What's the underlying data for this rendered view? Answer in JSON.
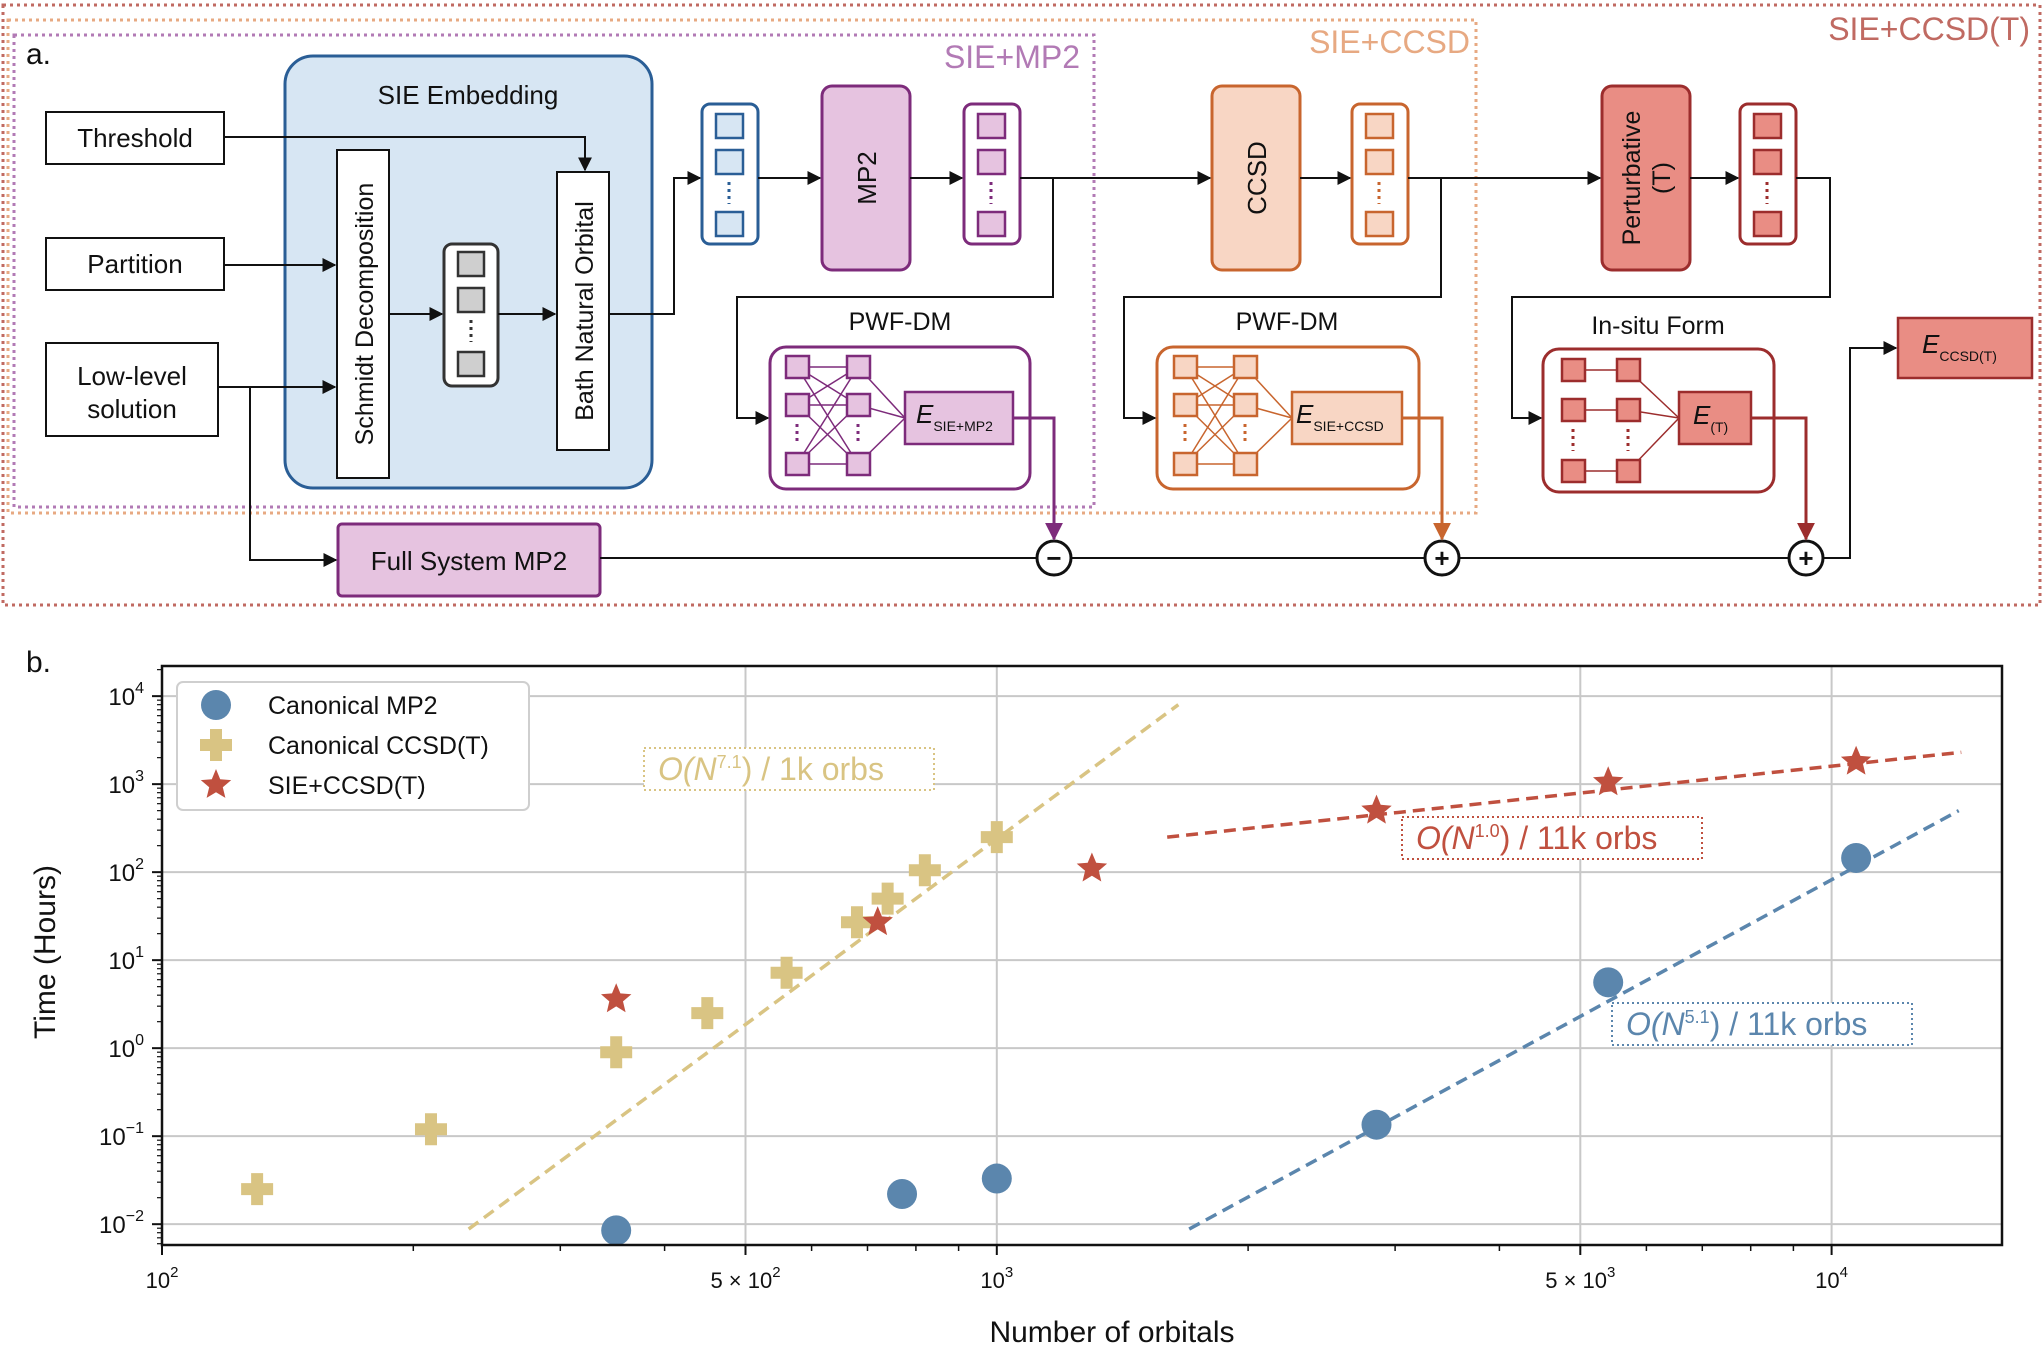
{
  "panel_a": {
    "label": "a.",
    "regions": {
      "sie_mp2": "SIE+MP2",
      "sie_ccsd": "SIE+CCSD",
      "sie_ccsdt": "SIE+CCSD(T)"
    },
    "inputs": {
      "threshold": "Threshold",
      "partition": "Partition",
      "low_level_line1": "Low-level",
      "low_level_line2": "solution"
    },
    "embedding": {
      "title": "SIE Embedding",
      "schmidt": "Schmidt Decomposition",
      "bath": "Bath Natural Orbital"
    },
    "solvers": {
      "mp2": "MP2",
      "ccsd": "CCSD",
      "pert_line1": "Perturbative",
      "pert_line2": "(T)"
    },
    "networks": {
      "pwf1_title": "PWF-DM",
      "pwf2_title": "PWF-DM",
      "insitu_title": "In-situ Form",
      "e_sie_mp2_main": "E",
      "e_sie_mp2_sub": "SIE+MP2",
      "e_sie_ccsd_main": "E",
      "e_sie_ccsd_sub": "SIE+CCSD",
      "e_t_main": "E",
      "e_t_sub": "(T)",
      "e_ccsdt_main": "E",
      "e_ccsdt_sub": "CCSD(T)"
    },
    "full_system": "Full System MP2",
    "ops": {
      "minus": "−",
      "plus1": "+",
      "plus2": "+"
    },
    "colors": {
      "mp2_border": "#7d2b7b",
      "mp2_fill": "#e6c3e0",
      "embed_border": "#2a5e96",
      "embed_fill": "#d7e6f3",
      "ccsd_border": "#c8652e",
      "ccsd_fill": "#f8d6c4",
      "t_border": "#9c2d2d",
      "t_fill": "#e98d84",
      "dots_mp2": "#b27ab5",
      "dots_ccsd": "#e7a982",
      "dots_ccsdt": "#c06a62"
    }
  },
  "panel_b": {
    "label": "b."
  },
  "chart_data": {
    "type": "scatter",
    "xscale": "log",
    "yscale": "log",
    "xlabel": "Number of orbitals",
    "ylabel": "Time (Hours)",
    "xlim": [
      100,
      16000
    ],
    "ylim": [
      0.0058,
      22000
    ],
    "grid": true,
    "legend_position": "top-left",
    "x_ticks": [
      {
        "value": 100,
        "base": "10",
        "exp": "2"
      },
      {
        "value": 500,
        "base": "5 × 10",
        "exp": "2"
      },
      {
        "value": 1000,
        "base": "10",
        "exp": "3"
      },
      {
        "value": 5000,
        "base": "5 × 10",
        "exp": "3"
      },
      {
        "value": 10000,
        "base": "10",
        "exp": "4"
      }
    ],
    "y_ticks": [
      {
        "value": 0.01,
        "base": "10",
        "exp": "−2"
      },
      {
        "value": 0.1,
        "base": "10",
        "exp": "−1"
      },
      {
        "value": 1,
        "base": "10",
        "exp": "0"
      },
      {
        "value": 10,
        "base": "10",
        "exp": "1"
      },
      {
        "value": 100,
        "base": "10",
        "exp": "2"
      },
      {
        "value": 1000,
        "base": "10",
        "exp": "3"
      },
      {
        "value": 10000,
        "base": "10",
        "exp": "4"
      }
    ],
    "series": [
      {
        "name": "Canonical MP2",
        "marker": "circle",
        "color": "#5b86ad",
        "points": [
          [
            350,
            0.0085
          ],
          [
            770,
            0.022
          ],
          [
            1000,
            0.033
          ],
          [
            2850,
            0.135
          ],
          [
            5400,
            5.6
          ],
          [
            10700,
            145
          ]
        ]
      },
      {
        "name": "Canonical CCSD(T)",
        "marker": "plus",
        "color": "#d9c483",
        "points": [
          [
            130,
            0.025
          ],
          [
            210,
            0.12
          ],
          [
            350,
            0.9
          ],
          [
            450,
            2.5
          ],
          [
            560,
            7.2
          ],
          [
            680,
            27
          ],
          [
            740,
            50
          ],
          [
            820,
            105
          ],
          [
            1000,
            250
          ]
        ]
      },
      {
        "name": "SIE+CCSD(T)",
        "marker": "star",
        "color": "#c0503f",
        "points": [
          [
            350,
            3.6
          ],
          [
            720,
            27
          ],
          [
            1300,
            110
          ],
          [
            2850,
            500
          ],
          [
            5400,
            1050
          ],
          [
            10700,
            1800
          ]
        ]
      }
    ],
    "fits": [
      {
        "label_pre": "O(N",
        "exp": "7.1",
        "label_post": ") / 1k orbs",
        "color": "#d9c483",
        "from": [
          233,
          0.0088
        ],
        "to": [
          1650,
          8000
        ]
      },
      {
        "label_pre": "O(N",
        "exp": "1.0",
        "label_post": ") / 11k orbs",
        "color": "#c0503f",
        "from": [
          1600,
          250
        ],
        "to": [
          14300,
          2300
        ]
      },
      {
        "label_pre": "O(N",
        "exp": "5.1",
        "label_post": ") / 11k orbs",
        "color": "#5b86ad",
        "from": [
          1700,
          0.0088
        ],
        "to": [
          14200,
          500
        ]
      }
    ]
  }
}
